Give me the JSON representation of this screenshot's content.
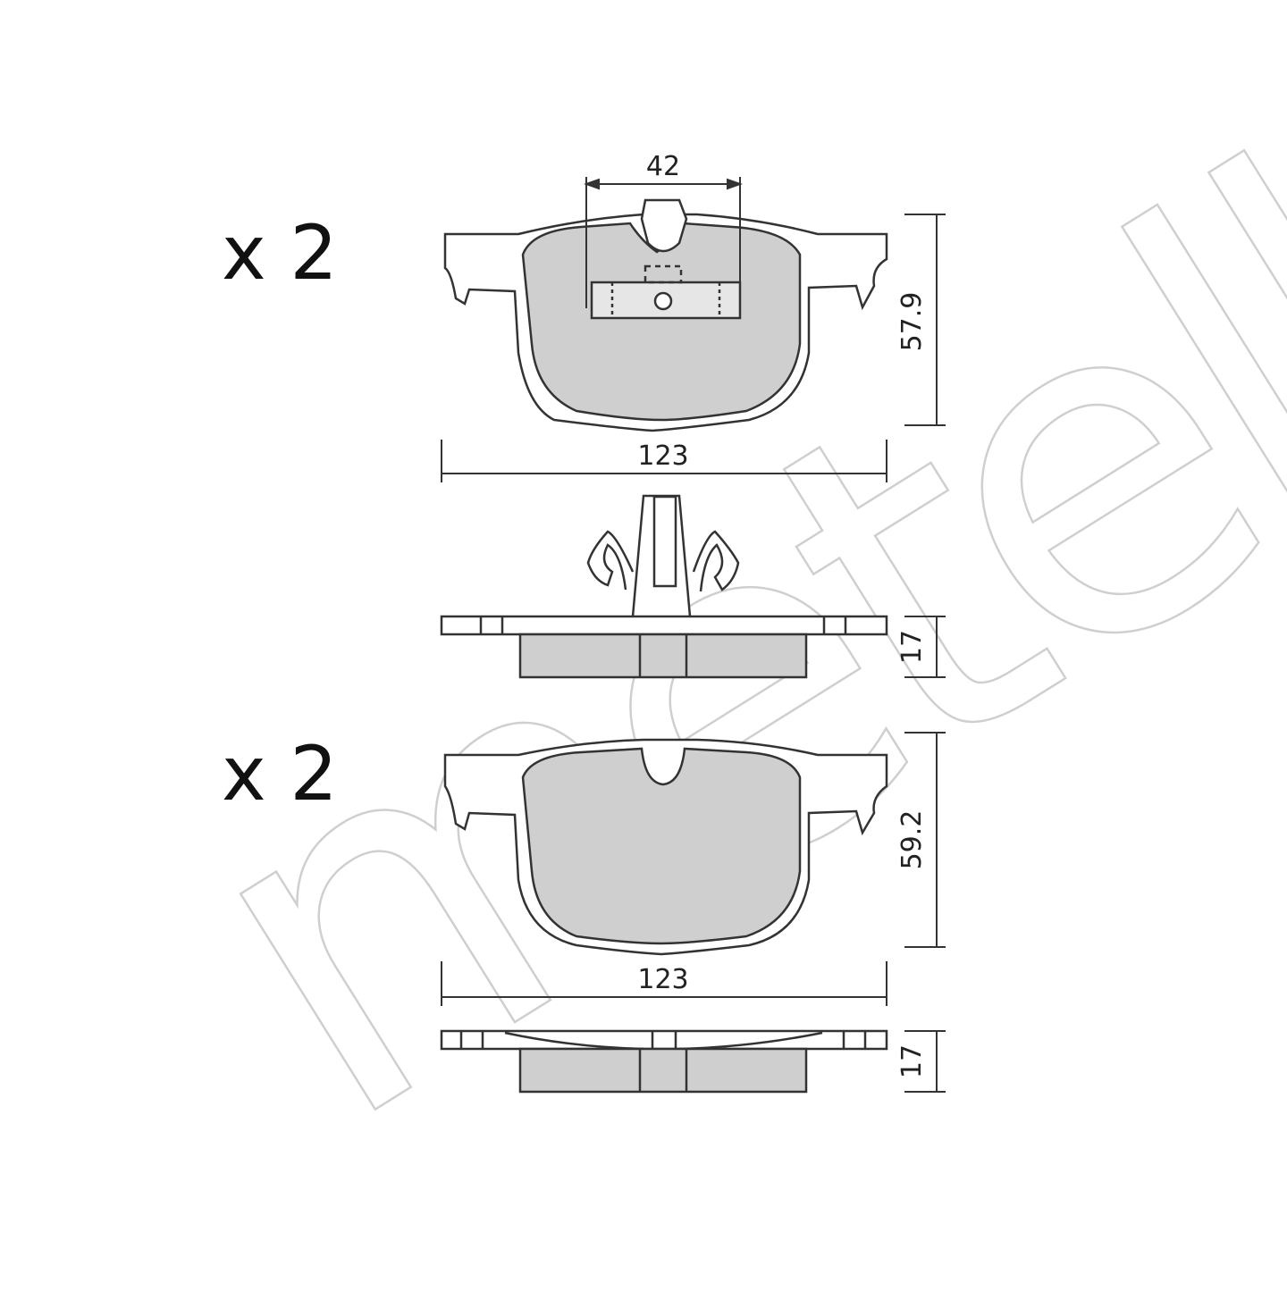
{
  "watermark": "metelli",
  "colors": {
    "pad": "#cfcfcf",
    "line": "#333333",
    "background": "#ffffff",
    "watermark": "#cfcfcf"
  },
  "upper_pad": {
    "quantity": "x 2",
    "width_dim": "123",
    "height_dim": "57.9",
    "sensor_dim": "42",
    "thickness_dim": "17"
  },
  "lower_pad": {
    "quantity": "x 2",
    "width_dim": "123",
    "height_dim": "59.2",
    "thickness_dim": "17"
  }
}
